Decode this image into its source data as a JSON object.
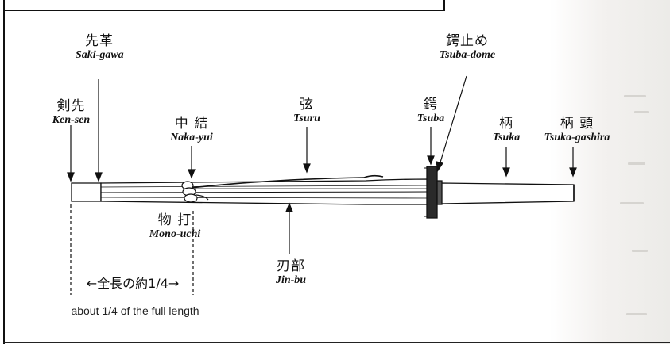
{
  "parts": {
    "ken_sen": {
      "jp": "剣先",
      "romaji": "Ken-sen"
    },
    "saki_gawa": {
      "jp": "先革",
      "romaji": "Saki-gawa"
    },
    "naka_yui": {
      "jp": "中 結",
      "romaji": "Naka-yui"
    },
    "tsuru": {
      "jp": "弦",
      "romaji": "Tsuru"
    },
    "tsuba_dome": {
      "jp": "鍔止め",
      "romaji": "Tsuba-dome"
    },
    "tsuba": {
      "jp": "鍔",
      "romaji": "Tsuba"
    },
    "tsuka": {
      "jp": "柄",
      "romaji": "Tsuka"
    },
    "tsuka_gashira": {
      "jp": "柄 頭",
      "romaji": "Tsuka-gashira"
    },
    "mono_uchi": {
      "jp": "物 打",
      "romaji": "Mono-uchi"
    },
    "jin_bu": {
      "jp": "刃部",
      "romaji": "Jin-bu"
    }
  },
  "range_label": "全長の約1/4",
  "range_caption": "about 1/4 of the full length",
  "colors": {
    "ink": "#111111",
    "shinai_fill": "#ffffff",
    "tsuba": "#2a2a2a",
    "side_shade": "#ecebe8"
  }
}
